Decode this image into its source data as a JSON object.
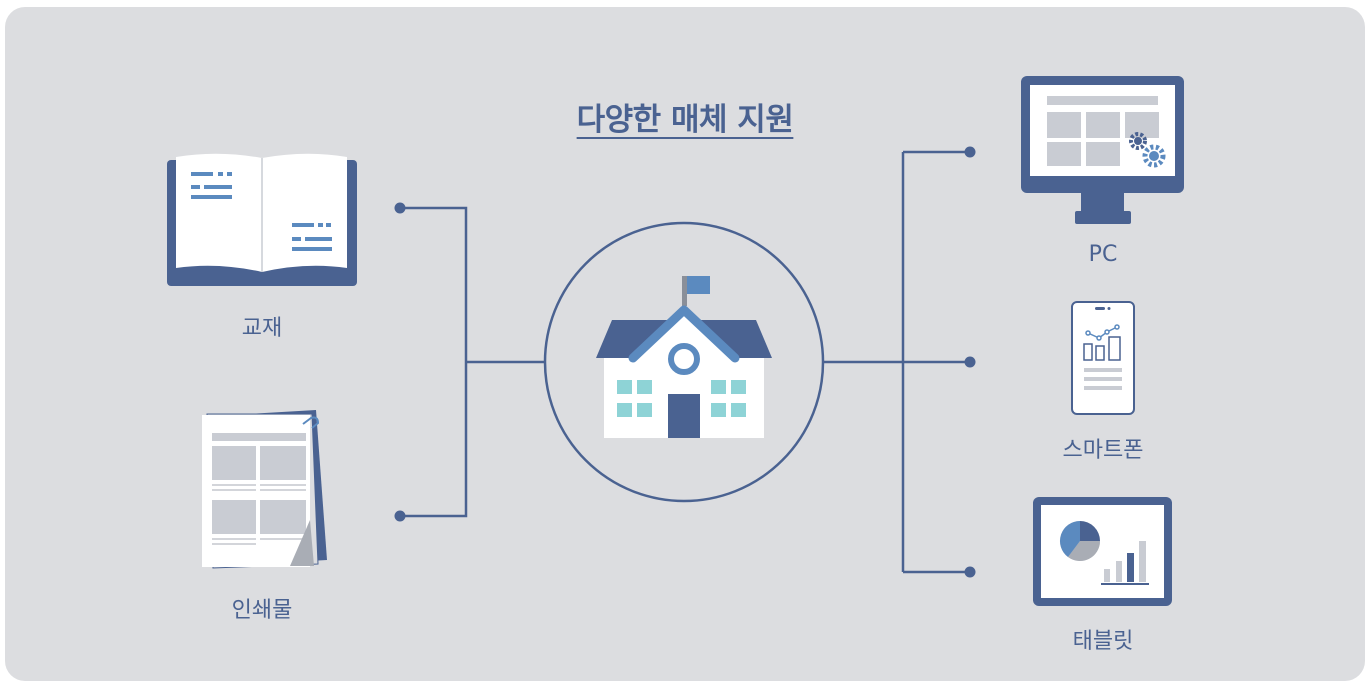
{
  "title": "다양한 매체 지원",
  "left_items": [
    {
      "label": "교재",
      "icon": "book-icon"
    },
    {
      "label": "인쇄물",
      "icon": "printed-paper-icon"
    }
  ],
  "center": {
    "icon": "school-icon"
  },
  "right_items": [
    {
      "label": "PC",
      "icon": "monitor-icon"
    },
    {
      "label": "스마트폰",
      "icon": "smartphone-icon"
    },
    {
      "label": "태블릿",
      "icon": "tablet-icon"
    }
  ],
  "colors": {
    "background": "#dcdde0",
    "primary": "#4a6291",
    "accent": "#5b8abf",
    "window": "#8ed3d6"
  }
}
